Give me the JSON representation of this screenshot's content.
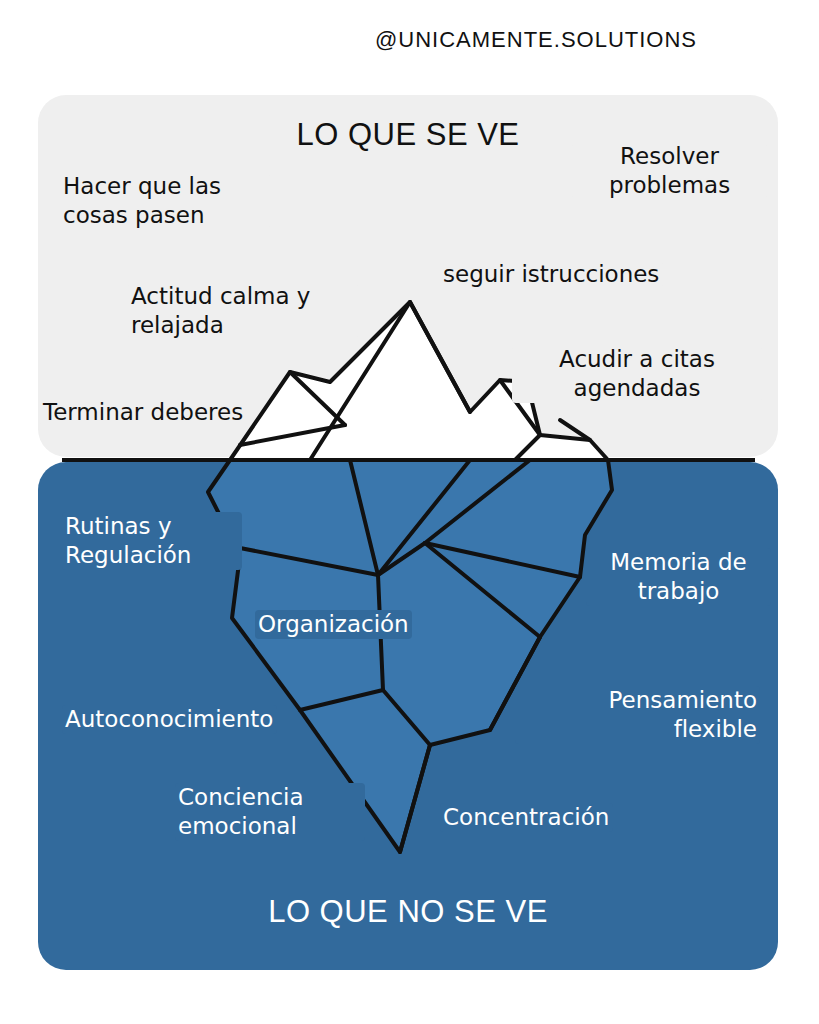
{
  "diagram": {
    "nodes": [
      {
        "text": [
          "LO QUE SE VE"
        ]
      },
      {
        "text": [
          "LO QUE NO SE VE"
        ]
      }
    ],
    "labels": [
      "@UNICAMENTE.SOLUTIONS",
      "Hacer que las cosas pasen",
      "Resolver problemas",
      "seguir istrucciones",
      "Actitud calma y relajada",
      "Acudir a citas agendadas",
      "Terminar deberes",
      "Rutinas y Regulación",
      "Memoria de trabajo",
      "Organización",
      "Pensamiento flexible",
      "Autoconocimiento",
      "Conciencia emocional",
      "Concentración"
    ]
  }
}
